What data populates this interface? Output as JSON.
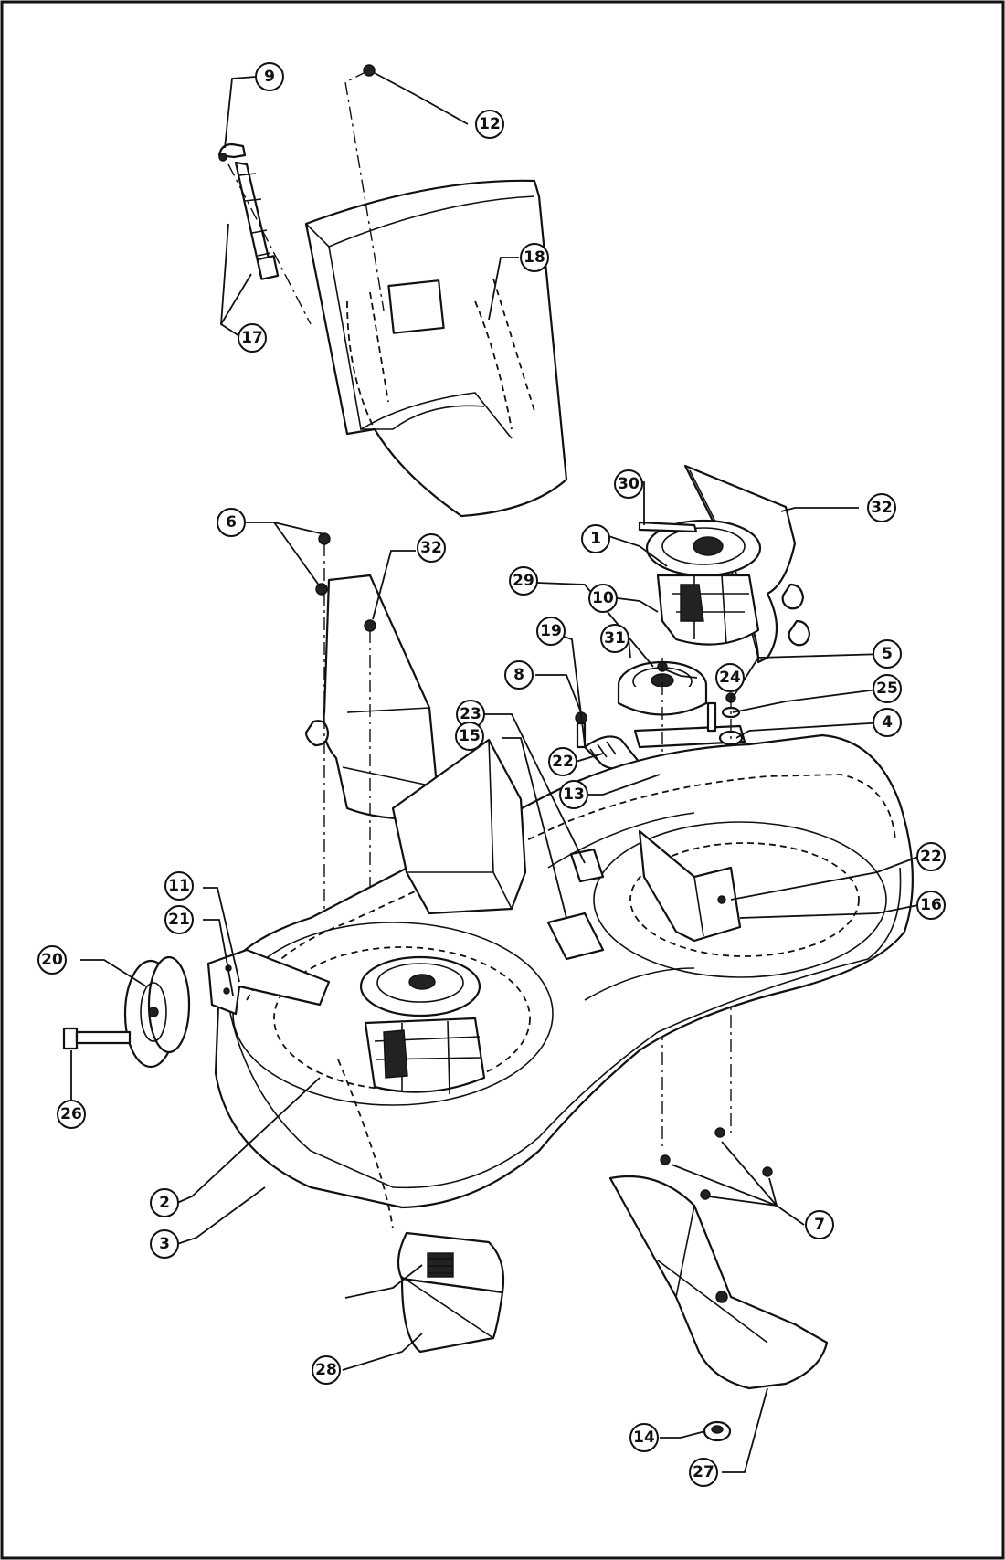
{
  "callouts": [
    {
      "id": "c9",
      "label": "9"
    },
    {
      "id": "c12",
      "label": "12"
    },
    {
      "id": "c17",
      "label": "17"
    },
    {
      "id": "c18",
      "label": "18"
    },
    {
      "id": "c30",
      "label": "30"
    },
    {
      "id": "c32a",
      "label": "32"
    },
    {
      "id": "c1",
      "label": "1"
    },
    {
      "id": "c6",
      "label": "6"
    },
    {
      "id": "c32b",
      "label": "32"
    },
    {
      "id": "c29",
      "label": "29"
    },
    {
      "id": "c10",
      "label": "10"
    },
    {
      "id": "c19",
      "label": "19"
    },
    {
      "id": "c31",
      "label": "31"
    },
    {
      "id": "c24",
      "label": "24"
    },
    {
      "id": "c5",
      "label": "5"
    },
    {
      "id": "c8",
      "label": "8"
    },
    {
      "id": "c25",
      "label": "25"
    },
    {
      "id": "c23",
      "label": "23"
    },
    {
      "id": "c4",
      "label": "4"
    },
    {
      "id": "c15",
      "label": "15"
    },
    {
      "id": "c22a",
      "label": "22"
    },
    {
      "id": "c13",
      "label": "13"
    },
    {
      "id": "c22b",
      "label": "22"
    },
    {
      "id": "c16",
      "label": "16"
    },
    {
      "id": "c11",
      "label": "11"
    },
    {
      "id": "c21",
      "label": "21"
    },
    {
      "id": "c20",
      "label": "20"
    },
    {
      "id": "c26",
      "label": "26"
    },
    {
      "id": "c2",
      "label": "2"
    },
    {
      "id": "c3",
      "label": "3"
    },
    {
      "id": "c7",
      "label": "7"
    },
    {
      "id": "c28",
      "label": "28"
    },
    {
      "id": "c14",
      "label": "14"
    },
    {
      "id": "c27",
      "label": "27"
    }
  ]
}
